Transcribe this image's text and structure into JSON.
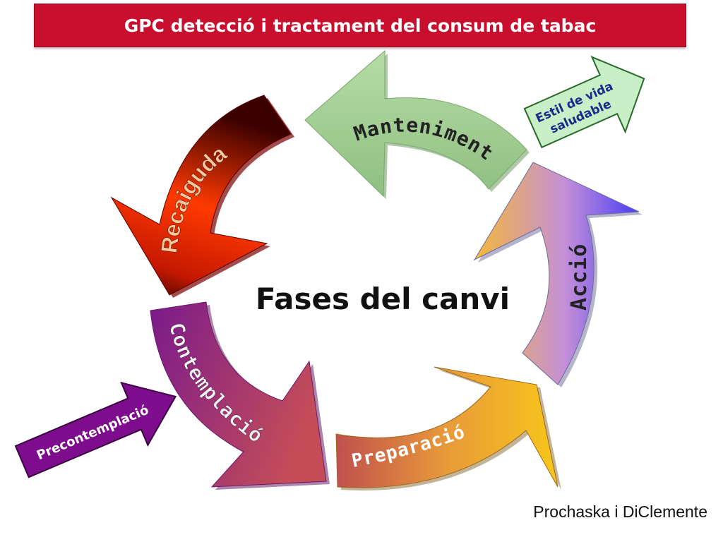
{
  "title": "GPC detecció i tractament del consum de tabac",
  "center_label": "Fases del canvi",
  "stages": {
    "manteniment": "Manteniment",
    "accio": "Acció",
    "preparacio": "Preparació",
    "contemplacio": "Contemplació",
    "recaiguda": "Recaiguda"
  },
  "entry_arrow": "Precontemplació",
  "exit_arrow_line1": "Estil de vida",
  "exit_arrow_line2": "saludable",
  "attribution": "Prochaska i DiClemente",
  "colors": {
    "title_bar": "#c8102e",
    "manteniment": "#9ccc8e",
    "accio_gradient": [
      "#f5b83a",
      "#4b3ff5"
    ],
    "preparacio_gradient": [
      "#c0504d",
      "#f8c61a"
    ],
    "contemplacio_gradient": [
      "#7a1a8c",
      "#c44d58"
    ],
    "recaiguda_gradient": [
      "#3a0000",
      "#ff3a00"
    ],
    "precontemplacio": "#7e0d8e",
    "estil_de_vida": "#c9efc9"
  }
}
